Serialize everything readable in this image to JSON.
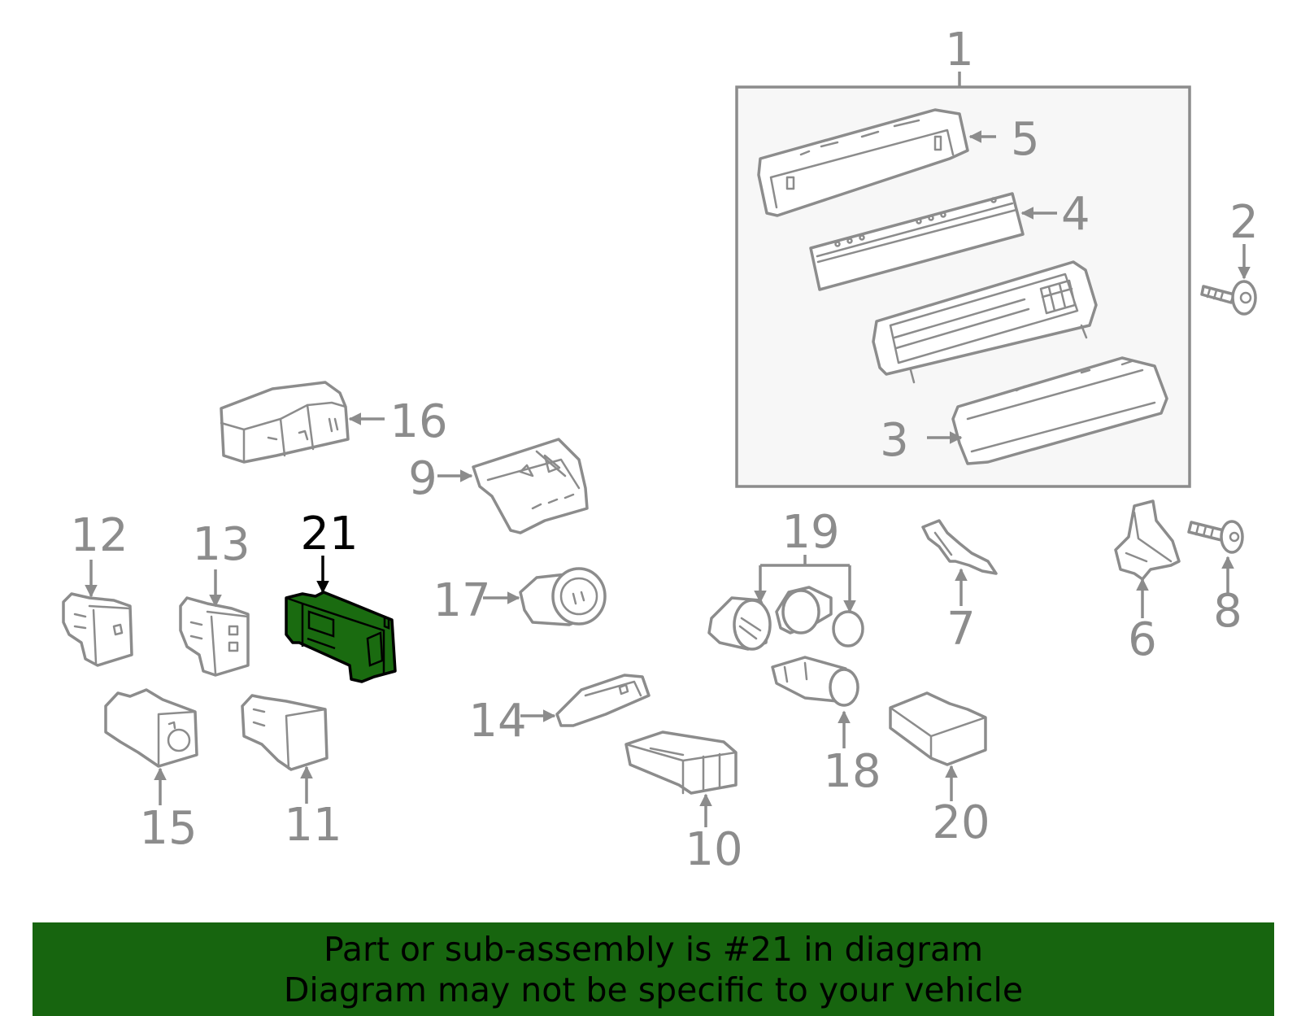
{
  "callouts": {
    "c1": "1",
    "c2": "2",
    "c3": "3",
    "c4": "4",
    "c5": "5",
    "c6": "6",
    "c7": "7",
    "c8": "8",
    "c9": "9",
    "c10": "10",
    "c11": "11",
    "c12": "12",
    "c13": "13",
    "c14": "14",
    "c15": "15",
    "c16": "16",
    "c17": "17",
    "c18": "18",
    "c19": "19",
    "c20": "20",
    "c21": "21"
  },
  "banner": {
    "line1": "Part or sub-assembly is #21 in diagram",
    "line2": "Diagram may not be specific to your vehicle"
  },
  "colors": {
    "banner": "#17650f",
    "highlight_part": "#1a6b10",
    "line": "#8c8c8c",
    "group_box_fill": "#f7f7f7"
  }
}
